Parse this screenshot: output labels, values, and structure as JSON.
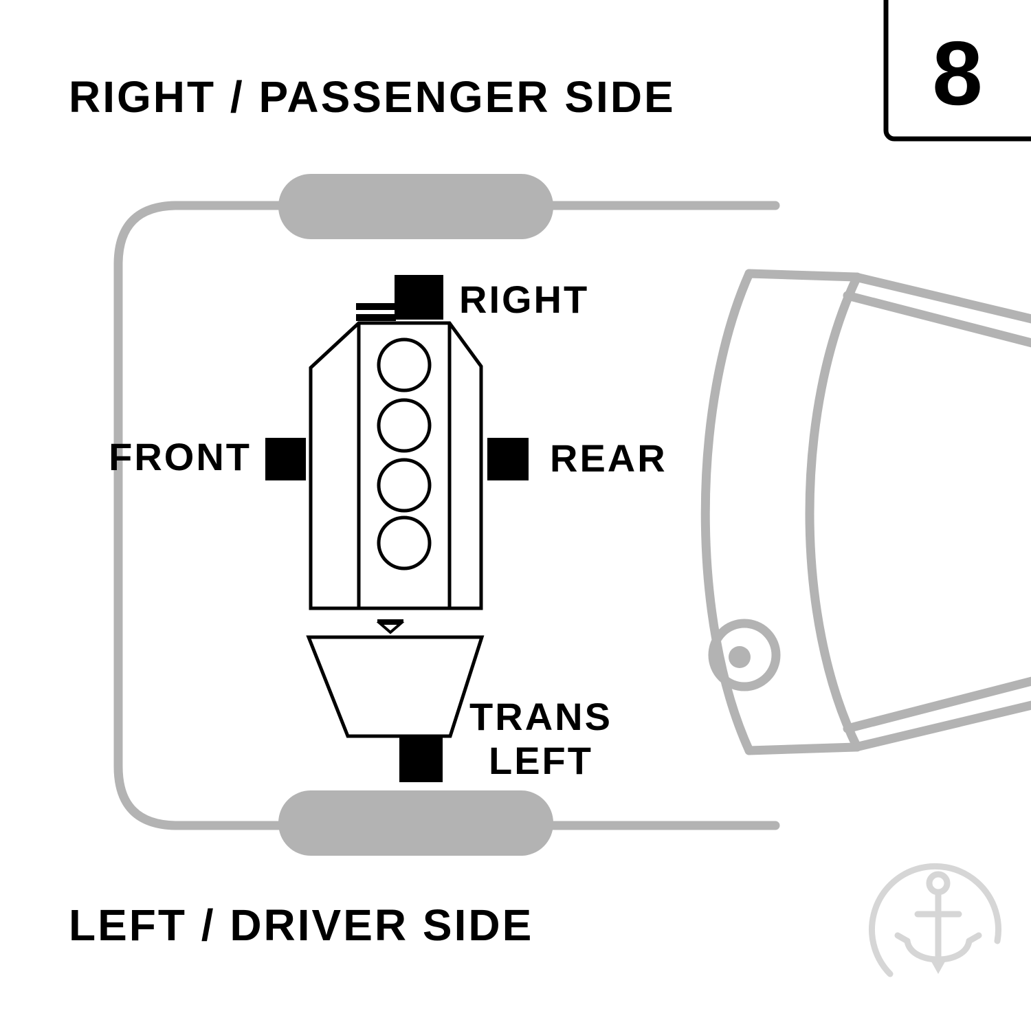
{
  "page": {
    "top_label": "RIGHT / PASSENGER SIDE",
    "bottom_label": "LEFT / DRIVER SIDE",
    "page_number": "8"
  },
  "mount_labels": {
    "right": "RIGHT",
    "front": "FRONT",
    "rear": "REAR",
    "trans_line1": "TRANS",
    "trans_line2": "LEFT"
  },
  "colors": {
    "background": "#ffffff",
    "car_outline": "#b3b3b3",
    "engine_line": "#000000",
    "mount_fill": "#000000",
    "watermark": "#d6d6d6"
  },
  "icons": {
    "watermark": "anchor-watermark-icon"
  }
}
